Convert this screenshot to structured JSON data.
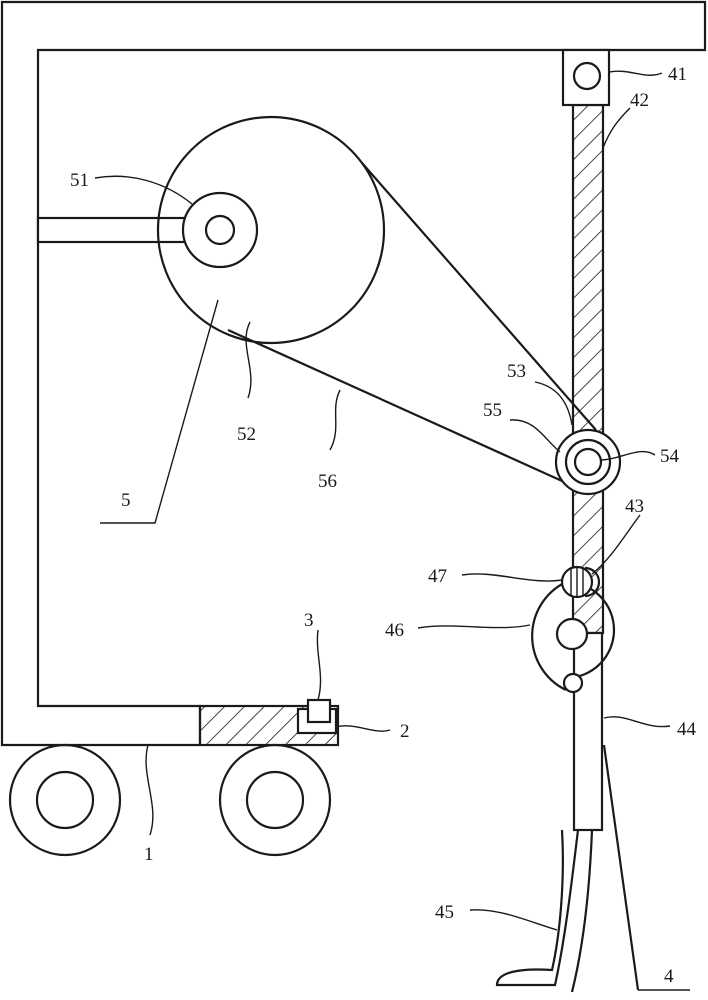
{
  "labels": {
    "l1": "1",
    "l2": "2",
    "l3": "3",
    "l4": "4",
    "l5": "5",
    "l41": "41",
    "l42": "42",
    "l43": "43",
    "l44": "44",
    "l45": "45",
    "l46": "46",
    "l47": "47",
    "l51": "51",
    "l52": "52",
    "l53": "53",
    "l54": "54",
    "l55": "55",
    "l56": "56"
  }
}
